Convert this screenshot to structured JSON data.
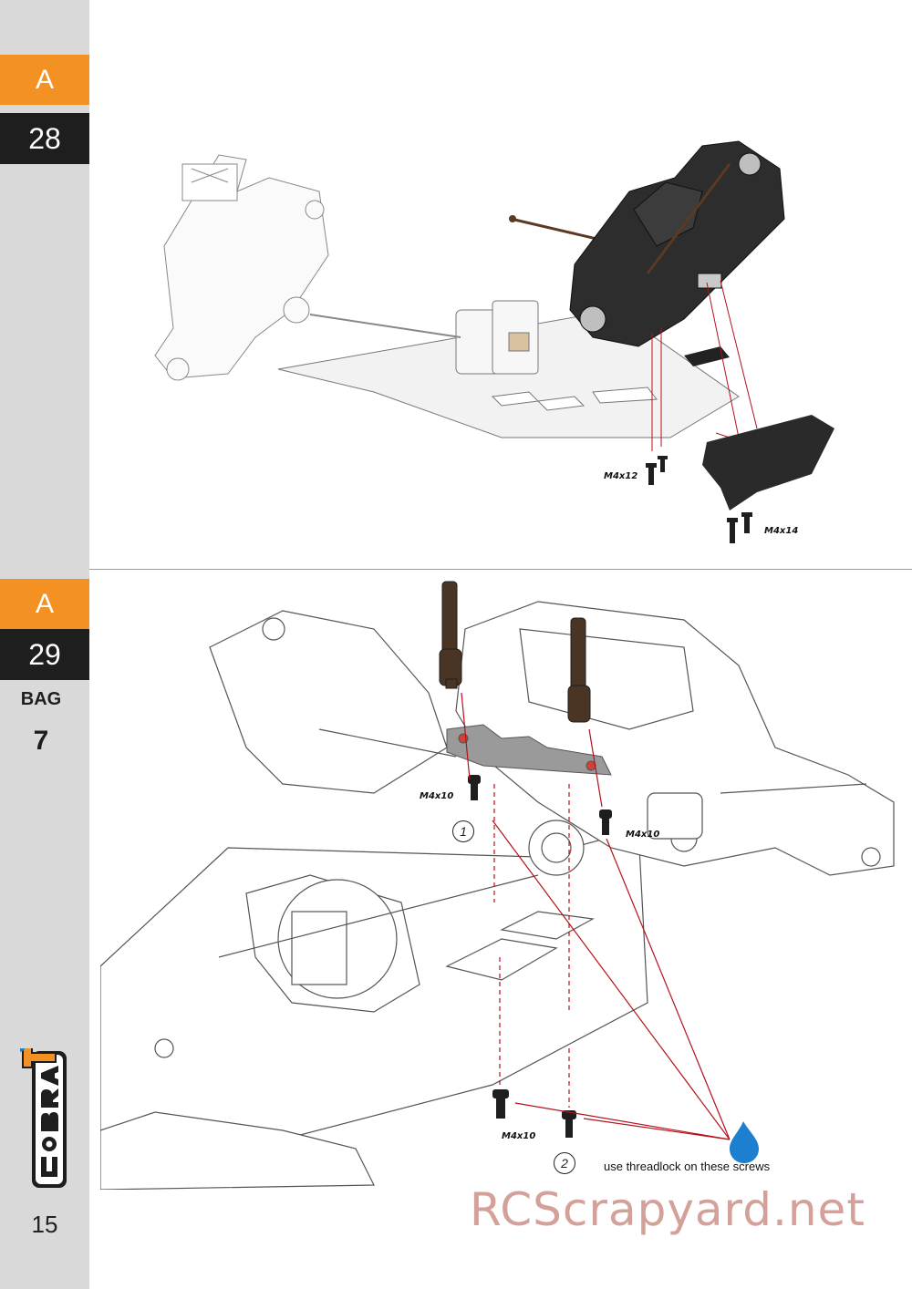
{
  "sidebar": {
    "step28": {
      "letter": "A",
      "number": "28"
    },
    "step29": {
      "letter": "A",
      "number": "29",
      "bag_label": "BAG",
      "bag_number": "7"
    },
    "page_number": "15"
  },
  "step28_diagram": {
    "screw_labels": [
      "M4x12",
      "M4x14"
    ]
  },
  "step29_diagram": {
    "screw_labels": [
      "M4x10",
      "M4x10",
      "M4x10"
    ],
    "markers": [
      "1",
      "2"
    ],
    "note": "use threadlock on these screws"
  },
  "watermark": "RCScrapyard.net",
  "colors": {
    "tab_orange": "#f39223",
    "tab_dark": "#1e1e1e",
    "sidebar_gray": "#d9d9d9",
    "guide_red": "#b5121b",
    "threadlock_blue": "#1c7fd0"
  },
  "icons": [
    "threadlock-drop-icon",
    "cobra-gt-logo"
  ]
}
